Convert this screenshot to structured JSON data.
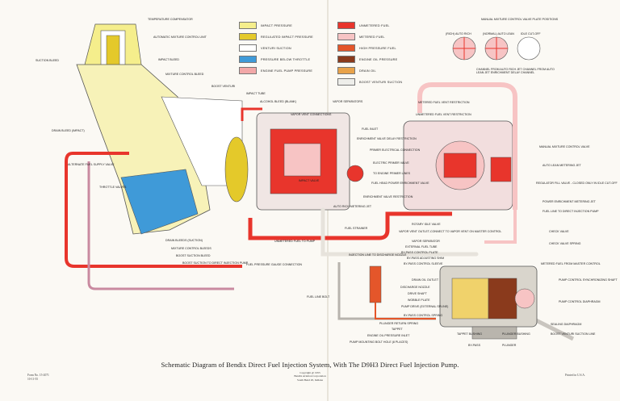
{
  "title": "Schematic Diagram of Bendix Direct Fuel Injection System, With The D9H3 Direct Fuel Injection Pump.",
  "footer": {
    "left_line1": "Form No. 15-2071",
    "left_line2": "10-11-55",
    "right": "Printed in U.S.A.",
    "credits": [
      "Copyright @ 1955",
      "Bendix Aviation Corporation",
      "South Bend 20, Indiana"
    ]
  },
  "legend": {
    "items": [
      {
        "label": "IMPACT PRESSURE",
        "color": "#f5ee8c"
      },
      {
        "label": "REGULATED IMPACT PRESSURE",
        "color": "#e4c92a"
      },
      {
        "label": "VENTURI SUCTION",
        "color": "#ffffff"
      },
      {
        "label": "PRESSURE BELOW THROTTLE",
        "color": "#3f9ad8"
      },
      {
        "label": "ENGINE FUEL PUMP PRESSURE",
        "color": "#f2a8a8"
      },
      {
        "label": "UNMETERED FUEL",
        "color": "#e8352c"
      },
      {
        "label": "METERED FUEL",
        "color": "#f7c4c4"
      },
      {
        "label": "HIGH PRESSURE FUEL",
        "color": "#e4562a"
      },
      {
        "label": "ENGINE OIL PRESSURE",
        "color": "#8a3a1c"
      },
      {
        "label": "DRAIN OIL",
        "color": "#e8a24a"
      },
      {
        "label": "BOOST VENTURI SUCTION",
        "color": "#eeeeea"
      }
    ]
  },
  "plates": {
    "header": "MANUAL MIXTURE CONTROL VALVE PLATE POSITIONS",
    "items": [
      "(RICH) AUTO RICH",
      "(NORMAL) AUTO LEAN",
      "IDLE CUT-OFF"
    ],
    "note": "CHANNEL FROM AUTO RICH JET CHANNEL FROM AUTO LEAN JET ENRICHMENT DELAY CHANNEL"
  },
  "labels": {
    "temp_comp": "TEMPERATURE COMPENSATOR",
    "auto_mix": "AUTOMATIC MIXTURE CONTROL UNIT",
    "suction_bleed": "SUCTION BLEED",
    "impact_bleed": "IMPACT BLEED",
    "mix_bleed": "MIXTURE CONTROL BLEED",
    "boost_venturi": "BOOST VENTURI",
    "impact_tube": "IMPACT TUBE",
    "alcohol_bleed": "ALCOHOL BLEED (BLANK)",
    "vapor_sep": "VAPOR SEPARATORS",
    "drain_bleed": "DRAIN BLEED (IMPACT)",
    "vapor_vent": "VAPOR VENT CONNECTIONS",
    "fuel_inlet": "FUEL INLET",
    "enrich_delay": "ENRICHMENT VALVE DELAY RESTRICTION",
    "primer_elec": "PRIMER ELECTRICAL CONNECTION",
    "elec_primer": "ELECTRIC PRIMER VALVE",
    "to_primer": "TO ENGINE PRIMER LINES",
    "fuel_head": "FUEL HEAD POWER ENRICHMENT VALVE",
    "enrich_restr": "ENRICHMENT VALVE RESTRICTION",
    "alt_fuel": "ALTERNATE FUEL SUPPLY VALVE",
    "throttle": "THROTTLE VALVES",
    "impact_valve": "IMPACT VALVE",
    "auto_rich_jet": "AUTO RICH METERING JET",
    "fuel_strainer": "FUEL STRAINER",
    "unmetered_to": "UNMETERED FUEL TO PUMP",
    "metered_vent": "METERED FUEL VENT RESTRICTION",
    "unmetered_vent": "UNMETERED FUEL VENT RESTRICTION",
    "manual_mix": "MANUAL MIXTURE CONTROL VALVE",
    "auto_lean": "AUTO LEAN METERING JET",
    "regulator_fill": "REGULATOR FILL VALVE - CLOSED ONLY IN IDLE CUT-OFF",
    "power_enrich": "POWER ENRICHMENT METERING JET",
    "fuel_line_direct": "FUEL LINE TO DIRECT INJECTION PUMP",
    "rotary_idle": "ROTARY IDLE VALVE",
    "vapor_vent_outlet": "VAPOR VENT OUTLET-CONNECT TO VAPOR VENT ON MASTER CONTROL",
    "vapor_separator": "VAPOR SEPARATOR",
    "ext_fuel_tube": "EXTERNAL FUEL TUBE",
    "bypass_plate": "BY-PASS CONTROL PLATE",
    "bypass_shim": "BY-PASS ADJUSTING SHIM",
    "bypass_sleeve": "BY-PASS CONTROL SLEEVE",
    "check_valve": "CHECK VALVE",
    "check_spring": "CHECK VALVE SPRING",
    "metered_from": "METERED FUEL FROM MASTER CONTROL",
    "drain_bleeds": "DRAIN BLEEDS (SUCTION)",
    "mix_bleeds": "MIXTURE CONTROL BLEEDS",
    "boost_suction_bleed": "BOOST SUCTION BLEED",
    "boost_suction_pump": "BOOST SUCTION TO DIRECT INJECTION PUMP",
    "fuel_gauge": "FUEL PRESSURE GAUGE CONNECTION",
    "injection_line": "INJECTION LINE TO DISCHARGE NOZZLE",
    "drain_oil_outlet": "DRAIN OIL OUTLET",
    "discharge_nozzle": "DISCHARGE NOZZLE",
    "drive_shaft": "DRIVE SHAFT",
    "wobble": "WOBBLE PLATE",
    "pump_drive": "PUMP DRIVE (EXTERNAL SPLINE)",
    "bypass_spring": "BY-PASS CONTROL SPRING",
    "plunger_return": "PLUNGER RETURN SPRING",
    "tappet": "TAPPET",
    "oil_inlet": "ENGINE OIL PRESSURE INLET",
    "mount_bolt": "PUMP MOUNTING BOLT HOLE (8 PLACES)",
    "tappet_bushing": "TAPPET BUSHING",
    "plunger_bushing": "PLUNGER BUSHING",
    "bypass": "BY-PASS",
    "plunger": "PLUNGER",
    "pump_ctrl_shaft": "PUMP CONTROL SYNCHRONIZING SHAFT",
    "pump_ctrl_diaph": "PUMP CONTROL DIAPHRAGM",
    "sealing_diaph": "SEALING DIAPHRAGM",
    "boost_venturi_line": "BOOST VENTURI SUCTION LINE",
    "fuel_line_bolt": "FUEL LINE BOLT"
  }
}
